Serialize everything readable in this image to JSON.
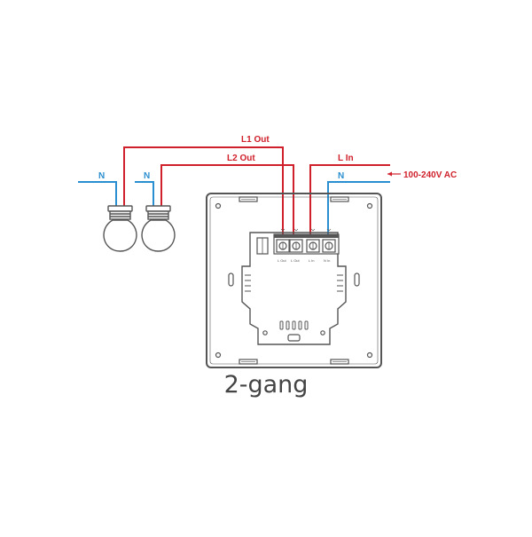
{
  "diagram": {
    "labels": {
      "l1_out": "L1 Out",
      "l2_out": "L2 Out",
      "l_in": "L In",
      "n_bulb1": "N",
      "n_bulb2": "N",
      "n_supply": "N",
      "voltage": "100-240V AC"
    },
    "terminals": [
      "L Out",
      "L Out",
      "L In",
      "N In"
    ],
    "caption": "2-gang"
  },
  "colors": {
    "live": "#d0202b",
    "neutral": "#2a8fd0",
    "device": "#555555"
  }
}
